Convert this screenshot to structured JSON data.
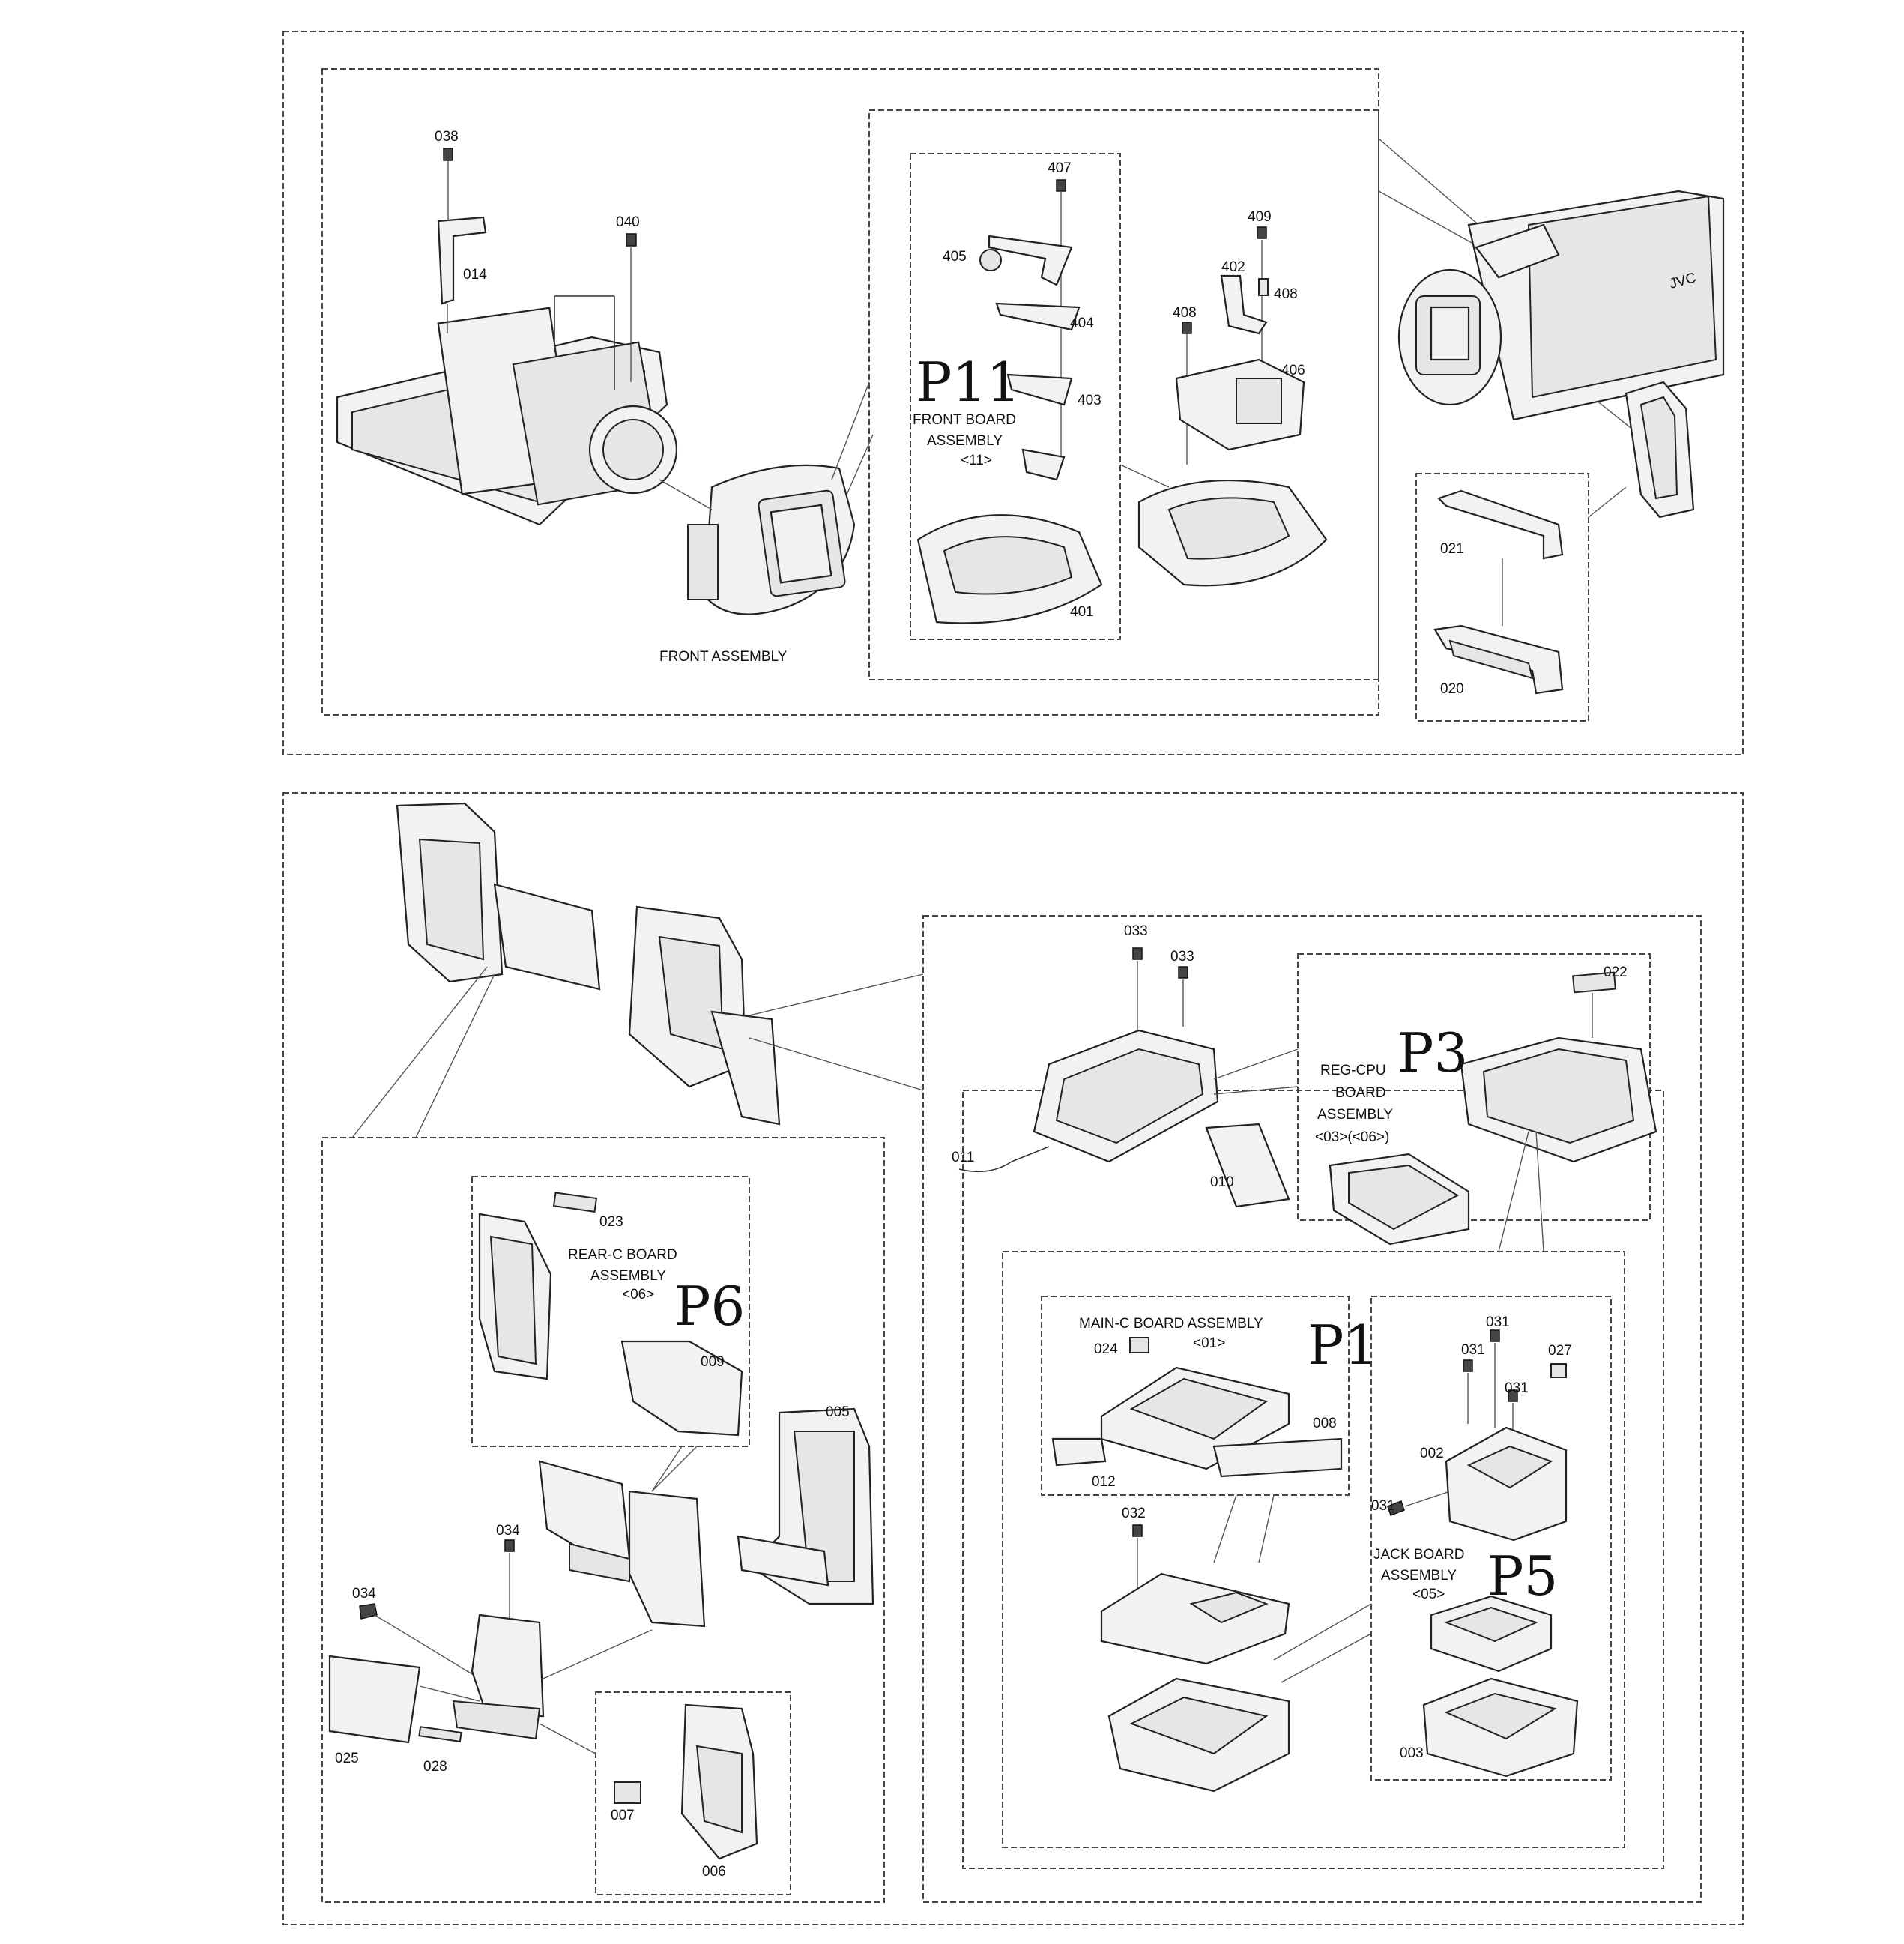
{
  "labels": {
    "p038": "038",
    "p040": "040",
    "p014": "014",
    "front_assembly": "FRONT ASSEMBLY",
    "p407": "407",
    "p405": "405",
    "p404": "404",
    "p403": "403",
    "p401": "401",
    "p409": "409",
    "p402": "402",
    "p408a": "408",
    "p408b": "408",
    "p406": "406",
    "front_board_1": "FRONT BOARD",
    "front_board_2": "ASSEMBLY",
    "front_board_3": "<11>",
    "hand_p11": "P11",
    "p021": "021",
    "p020": "020",
    "p033a": "033",
    "p033b": "033",
    "p011": "011",
    "p010": "010",
    "p022": "022",
    "regcpu_1": "REG-CPU",
    "regcpu_2": "BOARD",
    "regcpu_3": "ASSEMBLY",
    "regcpu_4": "<03>(<06>)",
    "hand_p3": "P3",
    "p023": "023",
    "rearc_1": "REAR-C BOARD",
    "rearc_2": "ASSEMBLY",
    "rearc_3": "<06>",
    "hand_p6": "P6",
    "p009": "009",
    "p005": "005",
    "p034a": "034",
    "p034b": "034",
    "p025": "025",
    "p028": "028",
    "p007": "007",
    "p006": "006",
    "mainc_1": "MAIN-C BOARD ASSEMBLY",
    "mainc_2": "<01>",
    "hand_p1": "P1",
    "p024": "024",
    "p008": "008",
    "p012": "012",
    "p032": "032",
    "p031a": "031",
    "p031b": "031",
    "p031c": "031",
    "p031d": "031",
    "p027": "027",
    "p002": "002",
    "jack_1": "JACK BOARD",
    "jack_2": "ASSEMBLY",
    "jack_3": "<05>",
    "hand_p5": "P5",
    "p003": "003",
    "brand": "JVC"
  }
}
